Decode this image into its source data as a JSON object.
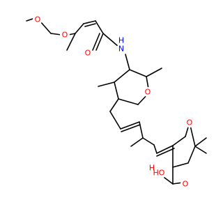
{
  "molecule": {
    "colors": {
      "bond": "#000000",
      "oxygen": "#ff0000",
      "nitrogen": "#0000ff",
      "carbon_text": "#000000",
      "background": "#ffffff"
    },
    "labels": {
      "methoxy_o": "O",
      "ether_o": "O",
      "amide_o": "O",
      "amide_nh": "N",
      "amide_h": "H",
      "pyran_o": "O",
      "oxane_o": "O",
      "hydroxyl": "HO",
      "hydroxyl_h": "H",
      "epoxide_o": "O"
    }
  }
}
